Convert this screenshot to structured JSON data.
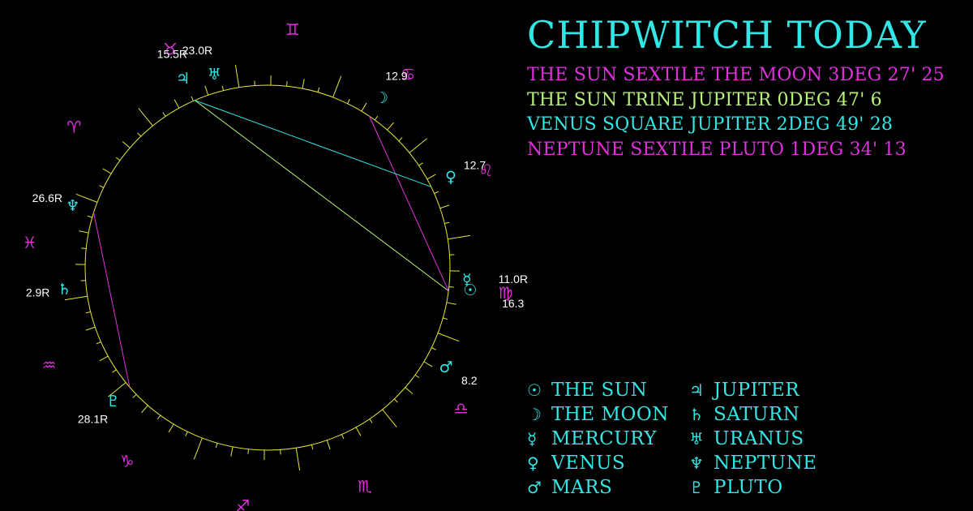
{
  "title": "CHIPWITCH TODAY",
  "colors": {
    "background": "#000000",
    "title": "#33e6e6",
    "planet": "#33e6e6",
    "zodiac": "#e030e0",
    "wheel": "#000000",
    "ticks": "#e6e633",
    "degree_text": "#ffffff",
    "sextile": "#e030e0",
    "trine": "#b8f27a",
    "square": "#33e6e6"
  },
  "aspects": [
    {
      "text": "THE SUN SEXTILE THE MOON 3DEG 27' 25",
      "color": "#e030e0",
      "type": "sextile",
      "from": "sun",
      "to": "moon"
    },
    {
      "text": "THE SUN TRINE JUPITER 0DEG 47' 6",
      "color": "#b8f27a",
      "type": "trine",
      "from": "sun",
      "to": "jupiter"
    },
    {
      "text": "VENUS SQUARE JUPITER 2DEG 49' 28",
      "color": "#33e6e6",
      "type": "square",
      "from": "venus",
      "to": "jupiter"
    },
    {
      "text": "NEPTUNE SEXTILE PLUTO 1DEG 34' 13",
      "color": "#e030e0",
      "type": "sextile",
      "from": "neptune",
      "to": "pluto"
    }
  ],
  "zodiac": [
    {
      "name": "aries",
      "glyph": "♈"
    },
    {
      "name": "taurus",
      "glyph": "♉"
    },
    {
      "name": "gemini",
      "glyph": "♊"
    },
    {
      "name": "cancer",
      "glyph": "♋"
    },
    {
      "name": "leo",
      "glyph": "♌"
    },
    {
      "name": "virgo",
      "glyph": "♍"
    },
    {
      "name": "libra",
      "glyph": "♎"
    },
    {
      "name": "scorpio",
      "glyph": "♏"
    },
    {
      "name": "sagittarius",
      "glyph": "♐"
    },
    {
      "name": "capricorn",
      "glyph": "♑"
    },
    {
      "name": "aquarius",
      "glyph": "♒"
    },
    {
      "name": "pisces",
      "glyph": "♓"
    }
  ],
  "planets": [
    {
      "id": "sun",
      "label": "THE SUN",
      "glyph": "☉",
      "sign": "virgo",
      "degree": 16.3,
      "degree_text": "16.3"
    },
    {
      "id": "moon",
      "label": "THE MOON",
      "glyph": "☽",
      "sign": "cancer",
      "degree": 12.9,
      "degree_text": "12.9"
    },
    {
      "id": "mercury",
      "label": "MERCURY",
      "glyph": "☿",
      "sign": "virgo",
      "degree": 11.0,
      "degree_text": "11.0R"
    },
    {
      "id": "venus",
      "label": "VENUS",
      "glyph": "♀",
      "sign": "leo",
      "degree": 12.7,
      "degree_text": "12.7"
    },
    {
      "id": "mars",
      "label": "MARS",
      "glyph": "♂",
      "sign": "libra",
      "degree": 8.2,
      "degree_text": "8.2"
    },
    {
      "id": "jupiter",
      "label": "JUPITER",
      "glyph": "♃",
      "sign": "taurus",
      "degree": 15.5,
      "degree_text": "15.5R"
    },
    {
      "id": "saturn",
      "label": "SATURN",
      "glyph": "♄",
      "sign": "pisces",
      "degree": 2.9,
      "degree_text": "2.9R"
    },
    {
      "id": "uranus",
      "label": "URANUS",
      "glyph": "♅",
      "sign": "taurus",
      "degree": 23.0,
      "degree_text": "23.0R"
    },
    {
      "id": "neptune",
      "label": "NEPTUNE",
      "glyph": "♆",
      "sign": "pisces",
      "degree": 26.6,
      "degree_text": "26.6R"
    },
    {
      "id": "pluto",
      "label": "PLUTO",
      "glyph": "♇",
      "sign": "capricorn",
      "degree": 28.1,
      "degree_text": "28.1R"
    }
  ]
}
